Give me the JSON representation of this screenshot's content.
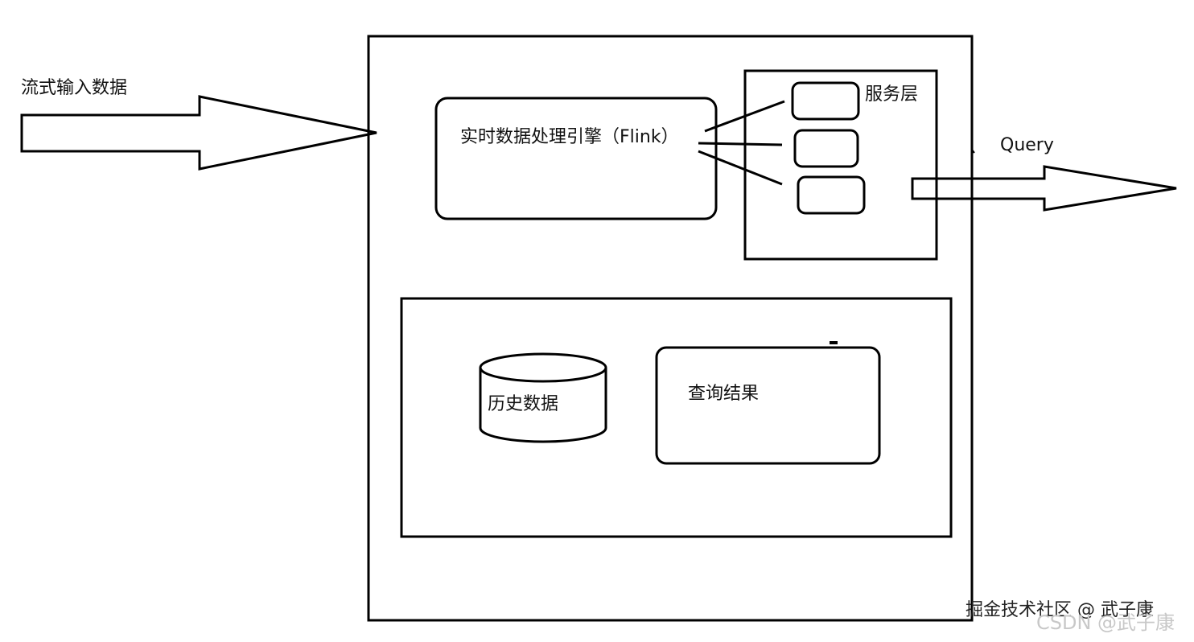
{
  "labels": {
    "stream_input": "流式输入数据",
    "engine": "实时数据处理引擎（Flink）",
    "service_layer": "服务层",
    "query": "Query",
    "history": "历史数据",
    "query_result": "查询结果"
  },
  "watermarks": {
    "juejin": "掘金技术社区 @ 武子康",
    "csdn": "CSDN @武子康"
  },
  "colors": {
    "stroke": "#000000",
    "background": "#ffffff",
    "watermark_main": "#222222",
    "watermark_faint": "#c8c8c8"
  }
}
